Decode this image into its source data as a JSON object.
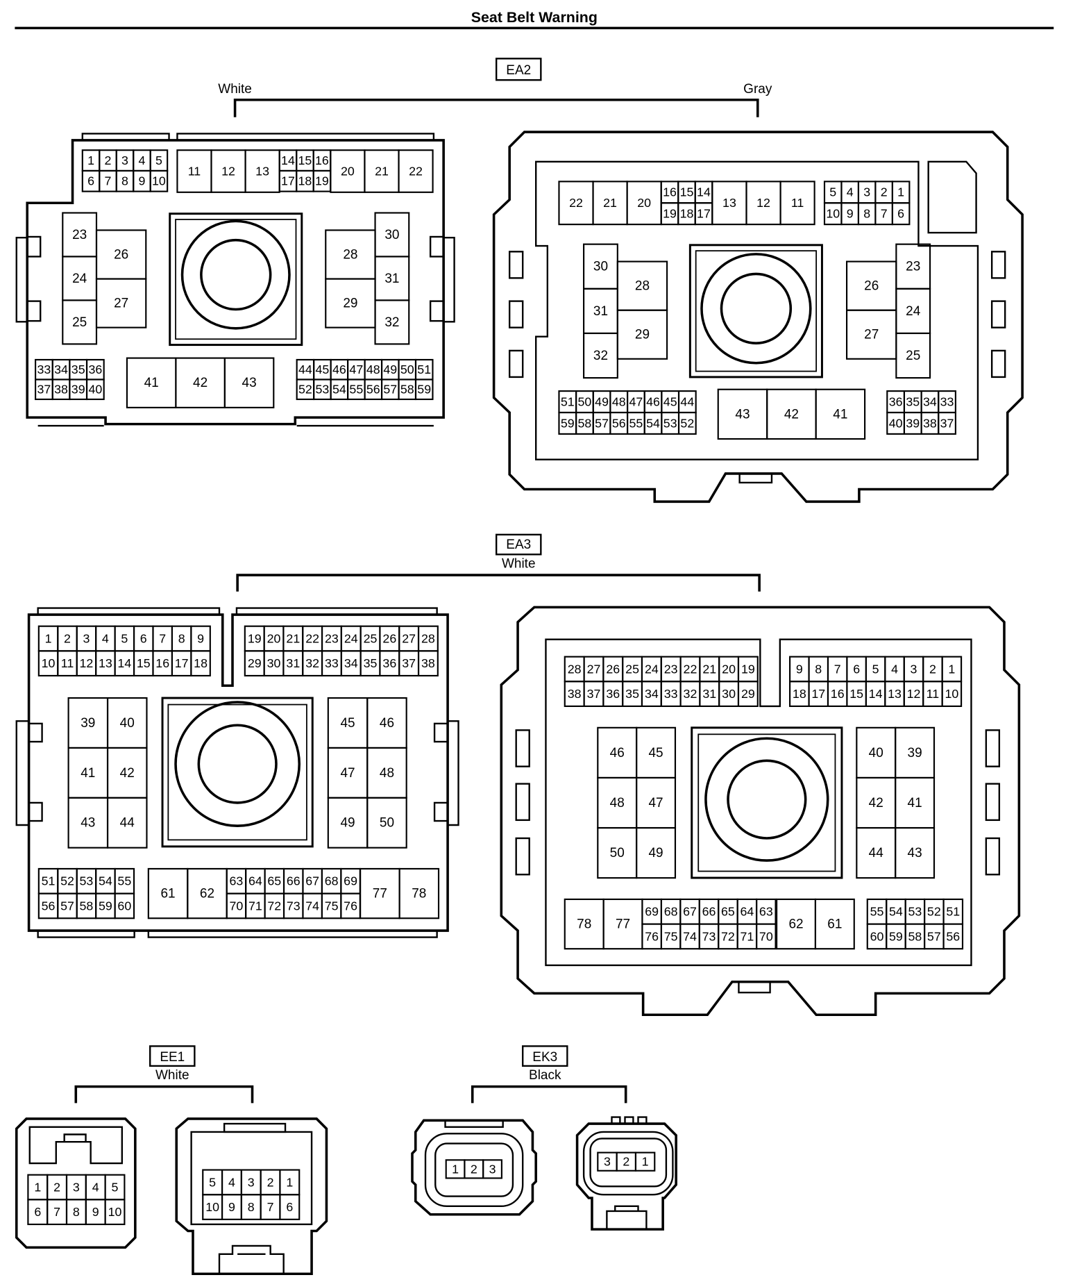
{
  "title": "Seat Belt Warning",
  "connectors": [
    {
      "id": "EA2",
      "colors": [
        "White",
        "Gray"
      ]
    },
    {
      "id": "EA3",
      "colors": [
        "White"
      ]
    },
    {
      "id": "EE1",
      "colors": [
        "White"
      ]
    },
    {
      "id": "EK3",
      "colors": [
        "Black"
      ]
    }
  ]
}
